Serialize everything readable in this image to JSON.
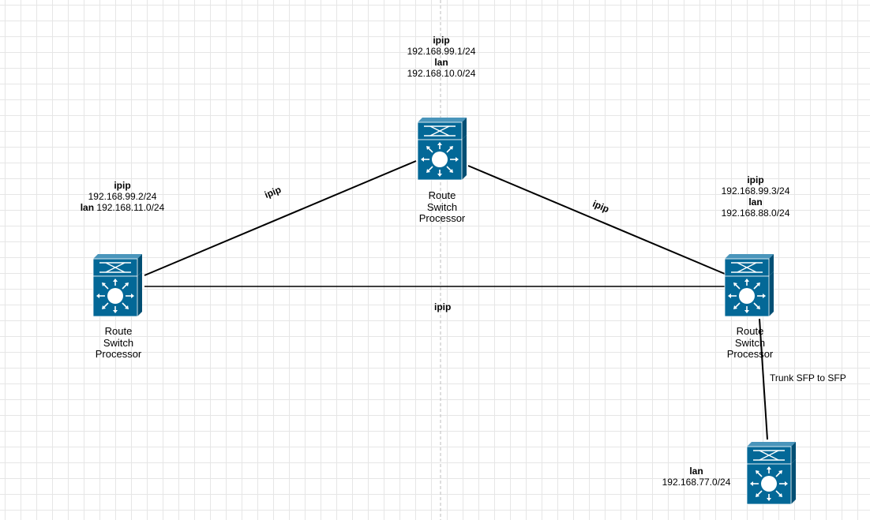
{
  "colors": {
    "device": "#036897",
    "device_dark": "#024f74",
    "line": "#000000",
    "grid": "#e6e6e6"
  },
  "devices": [
    {
      "id": "center",
      "icon": "route-switch-processor-icon",
      "label_lines": [
        "Route",
        "Switch",
        "Processor"
      ],
      "info": [
        {
          "k": "ipip",
          "bold": true
        },
        {
          "k": "192.168.99.1/24"
        },
        {
          "k": "lan",
          "bold": true
        },
        {
          "k": "192.168.10.0/24"
        }
      ]
    },
    {
      "id": "left",
      "icon": "route-switch-processor-icon",
      "label_lines": [
        "Route",
        "Switch",
        "Processor"
      ],
      "info": [
        {
          "k": "ipip",
          "bold": true
        },
        {
          "k": "192.168.99.2/24"
        },
        {
          "k": "lan",
          "bold": true
        },
        {
          "k": "192.168.11.0/24"
        }
      ]
    },
    {
      "id": "right",
      "icon": "route-switch-processor-icon",
      "label_lines": [
        "Route",
        "Switch",
        "Processor"
      ],
      "info": [
        {
          "k": "ipip",
          "bold": true
        },
        {
          "k": "192.168.99.3/24"
        },
        {
          "k": "lan",
          "bold": true
        },
        {
          "k": "192.168.88.0/24"
        }
      ]
    },
    {
      "id": "bottom",
      "icon": "route-switch-processor-icon",
      "label_lines": [],
      "info": [
        {
          "k": "lan",
          "bold": true
        },
        {
          "k": "192.168.77.0/24"
        }
      ]
    }
  ],
  "links": [
    {
      "from": "left",
      "to": "center",
      "label": "ipip"
    },
    {
      "from": "center",
      "to": "right",
      "label": "ipip"
    },
    {
      "from": "left",
      "to": "right",
      "label": "ipip"
    },
    {
      "from": "right",
      "to": "bottom",
      "label": "Trunk SFP to SFP"
    }
  ]
}
